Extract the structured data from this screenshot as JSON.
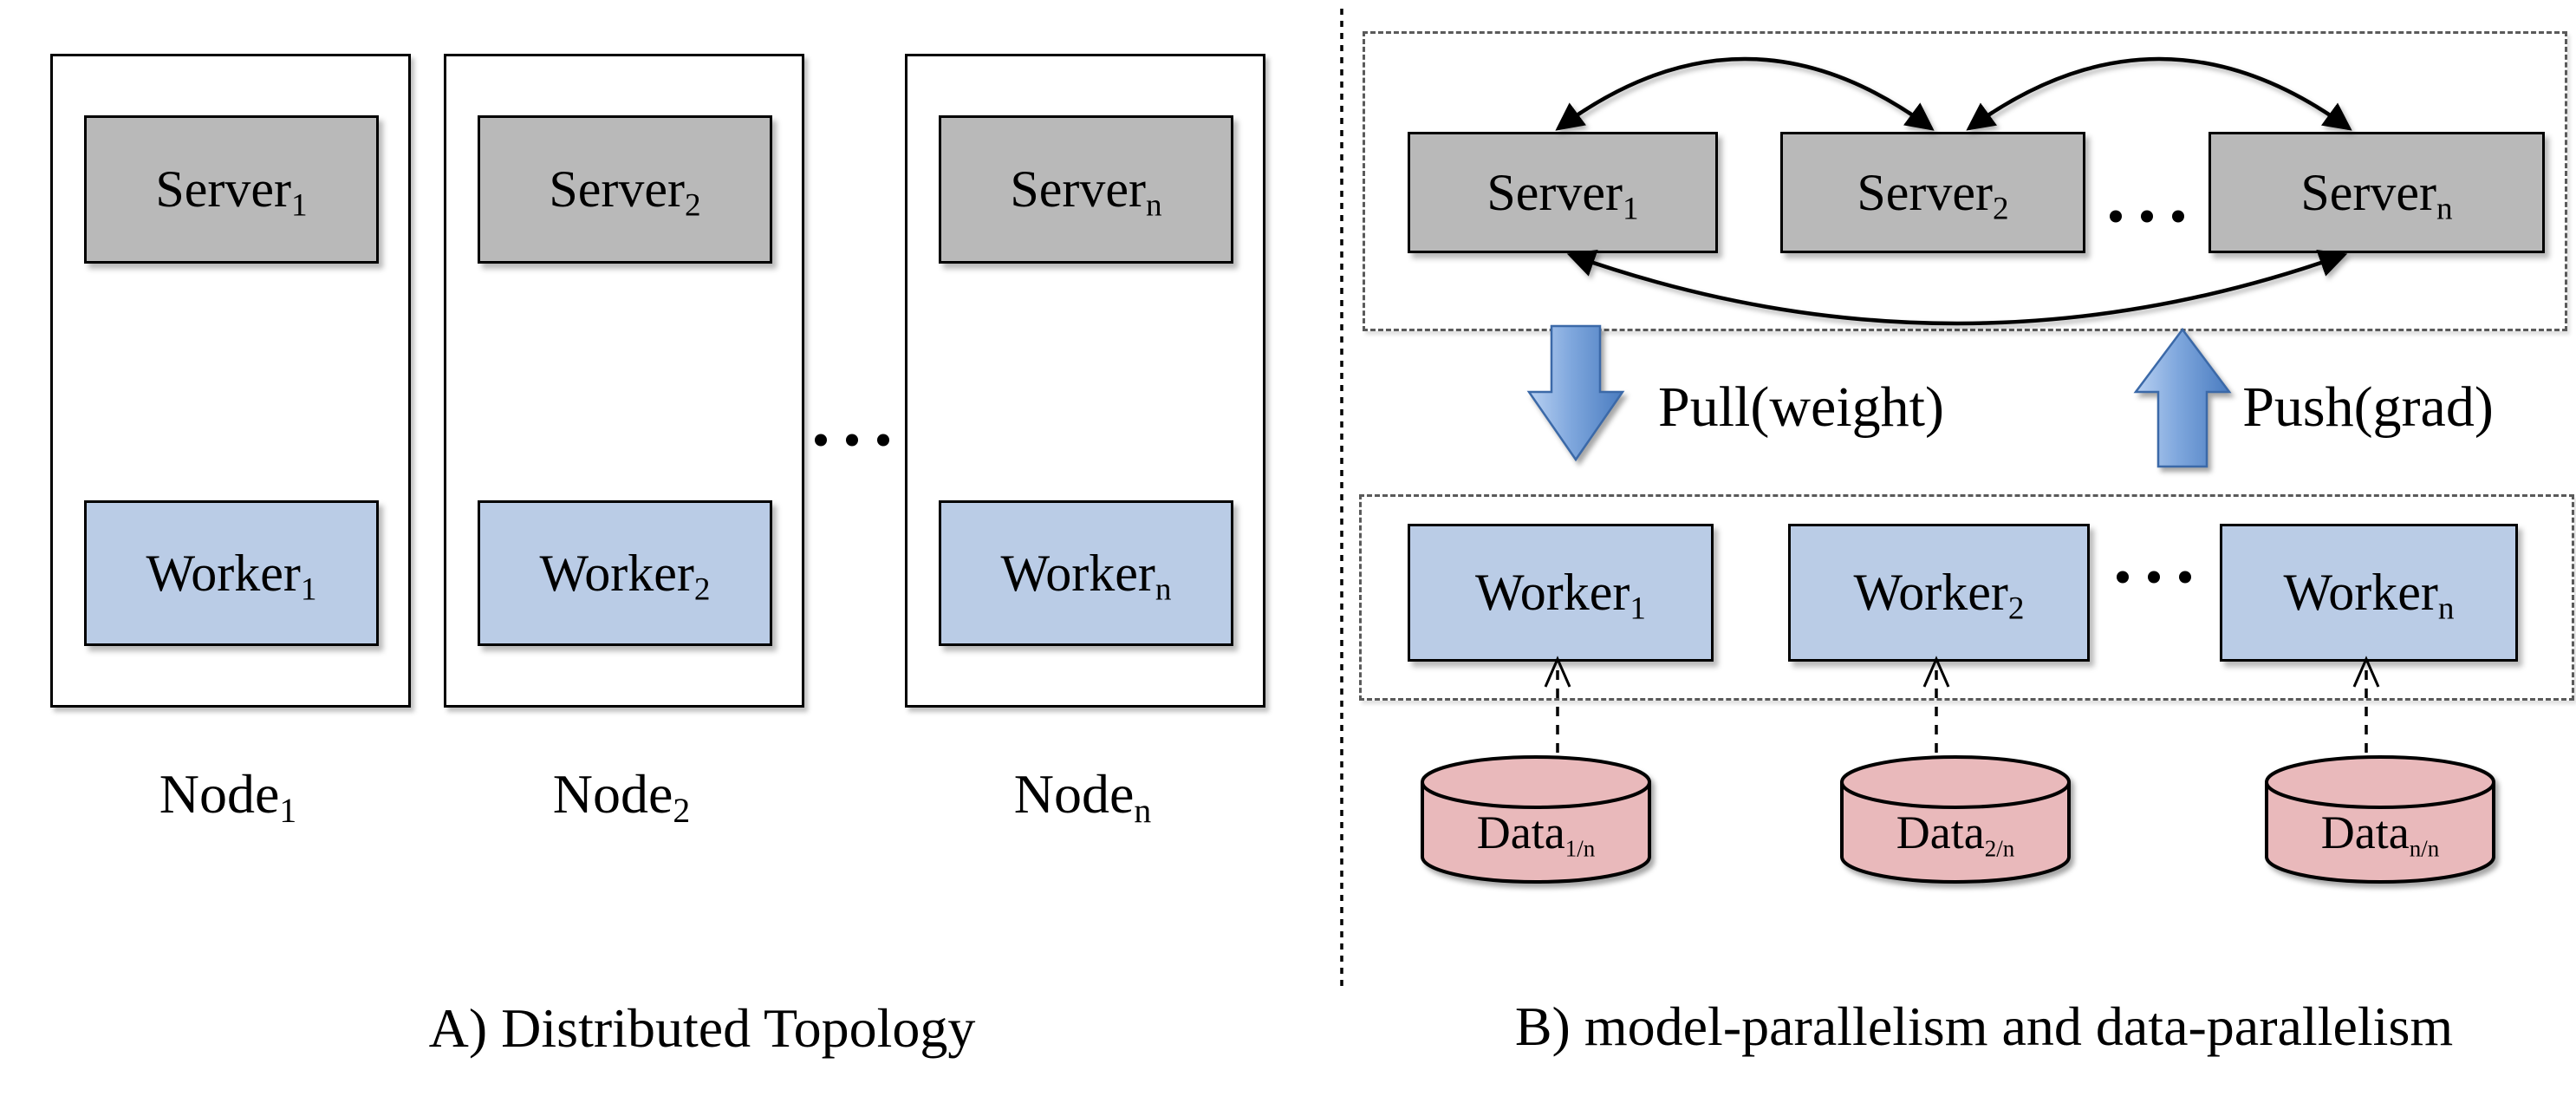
{
  "figure": {
    "panel_a": {
      "caption": "A) Distributed Topology",
      "nodes": [
        {
          "name": "Node",
          "sub": "1",
          "server": "Server",
          "server_sub": "1",
          "worker": "Worker",
          "worker_sub": "1"
        },
        {
          "name": "Node",
          "sub": "2",
          "server": "Server",
          "server_sub": "2",
          "worker": "Worker",
          "worker_sub": "2"
        },
        {
          "name": "Node",
          "sub": "n",
          "server": "Server",
          "server_sub": "n",
          "worker": "Worker",
          "worker_sub": "n"
        }
      ]
    },
    "panel_b": {
      "caption": "B) model-parallelism and data-parallelism",
      "pull_label": "Pull(weight)",
      "push_label": "Push(grad)",
      "servers": [
        {
          "label": "Server",
          "sub": "1"
        },
        {
          "label": "Server",
          "sub": "2"
        },
        {
          "label": "Server",
          "sub": "n"
        }
      ],
      "workers": [
        {
          "label": "Worker",
          "sub": "1"
        },
        {
          "label": "Worker",
          "sub": "2"
        },
        {
          "label": "Worker",
          "sub": "n"
        }
      ],
      "data_stores": [
        {
          "label": "Data",
          "sub": "1/n"
        },
        {
          "label": "Data",
          "sub": "2/n"
        },
        {
          "label": "Data",
          "sub": "n/n"
        }
      ]
    },
    "colors": {
      "server_fill": "#b9b9b9",
      "worker_fill": "#bacce6",
      "data_fill": "#e9b9bb",
      "arrow_blue_dark": "#4a7cc0",
      "arrow_blue_light": "#b9d1f2",
      "dashed_container": "#5a5a5a",
      "line": "#000000"
    }
  }
}
